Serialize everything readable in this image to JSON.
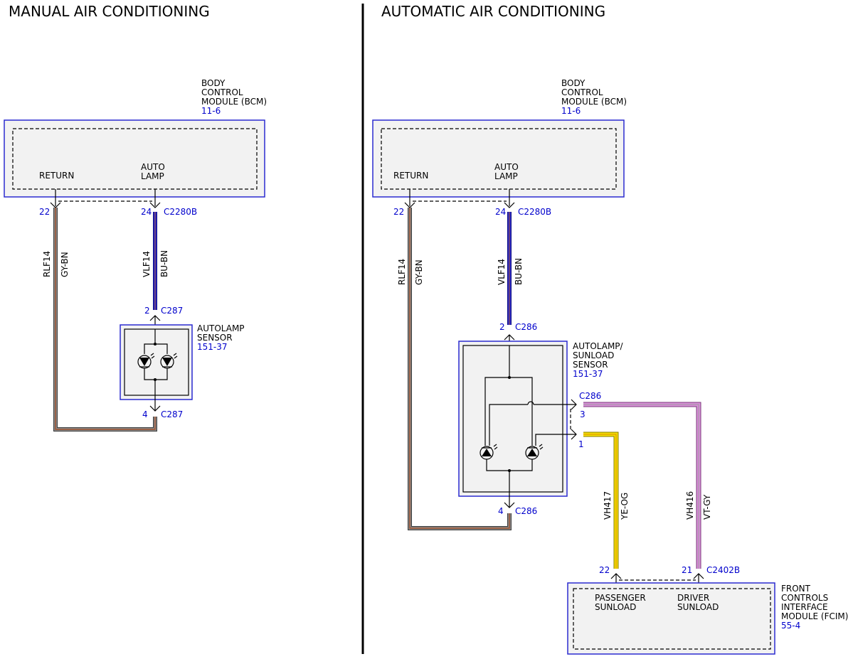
{
  "panels": {
    "manual_title": "MANUAL AIR CONDITIONING",
    "auto_title": "AUTOMATIC AIR CONDITIONING"
  },
  "manual": {
    "bcm": {
      "line1": "BODY",
      "line2": "CONTROL",
      "line3": "MODULE (BCM)",
      "ref": "11-6",
      "pin_return": "RETURN",
      "pin_auto1": "AUTO",
      "pin_auto2": "LAMP"
    },
    "conn_top": {
      "pin_left": "22",
      "pin_right": "24",
      "name": "C2280B"
    },
    "wire_left": {
      "circuit": "RLF14",
      "color": "GY-BN"
    },
    "wire_right": {
      "circuit": "VLF14",
      "color": "BU-BN"
    },
    "sensor": {
      "line1": "AUTOLAMP",
      "line2": "SENSOR",
      "ref": "151-37",
      "pin_top": "2",
      "pin_bottom": "4",
      "conn": "C287"
    }
  },
  "auto": {
    "bcm": {
      "line1": "BODY",
      "line2": "CONTROL",
      "line3": "MODULE (BCM)",
      "ref": "11-6",
      "pin_return": "RETURN",
      "pin_auto1": "AUTO",
      "pin_auto2": "LAMP"
    },
    "conn_top": {
      "pin_left": "22",
      "pin_right": "24",
      "name": "C2280B"
    },
    "wire_left": {
      "circuit": "RLF14",
      "color": "GY-BN"
    },
    "wire_right": {
      "circuit": "VLF14",
      "color": "BU-BN"
    },
    "sensor": {
      "line1": "AUTOLAMP/",
      "line2": "SUNLOAD",
      "line3": "SENSOR",
      "ref": "151-37",
      "pin_top": "2",
      "pin_bottom": "4",
      "pin_3": "3",
      "pin_1": "1",
      "conn": "C286"
    },
    "wire_vh417": {
      "circuit": "VH417",
      "color": "YE-OG"
    },
    "wire_vh416": {
      "circuit": "VH416",
      "color": "VT-GY"
    },
    "fcim": {
      "line1": "FRONT",
      "line2": "CONTROLS",
      "line3": "INTERFACE",
      "line4": "MODULE (FCIM)",
      "ref": "55-4",
      "pin_pass1": "PASSENGER",
      "pin_pass2": "SUNLOAD",
      "pin_drv1": "DRIVER",
      "pin_drv2": "SUNLOAD",
      "pin_left": "22",
      "pin_right": "21",
      "conn": "C2402B"
    }
  },
  "colors": {
    "module_border": "#2b2bd0",
    "ref_text": "#0000cc",
    "gray_brown_a": "#7a7a7a",
    "gray_brown_b": "#a0522d",
    "blue_brown_a": "#1a1ab0",
    "yellow": "#f2e000",
    "violet": "#d98fd9"
  }
}
